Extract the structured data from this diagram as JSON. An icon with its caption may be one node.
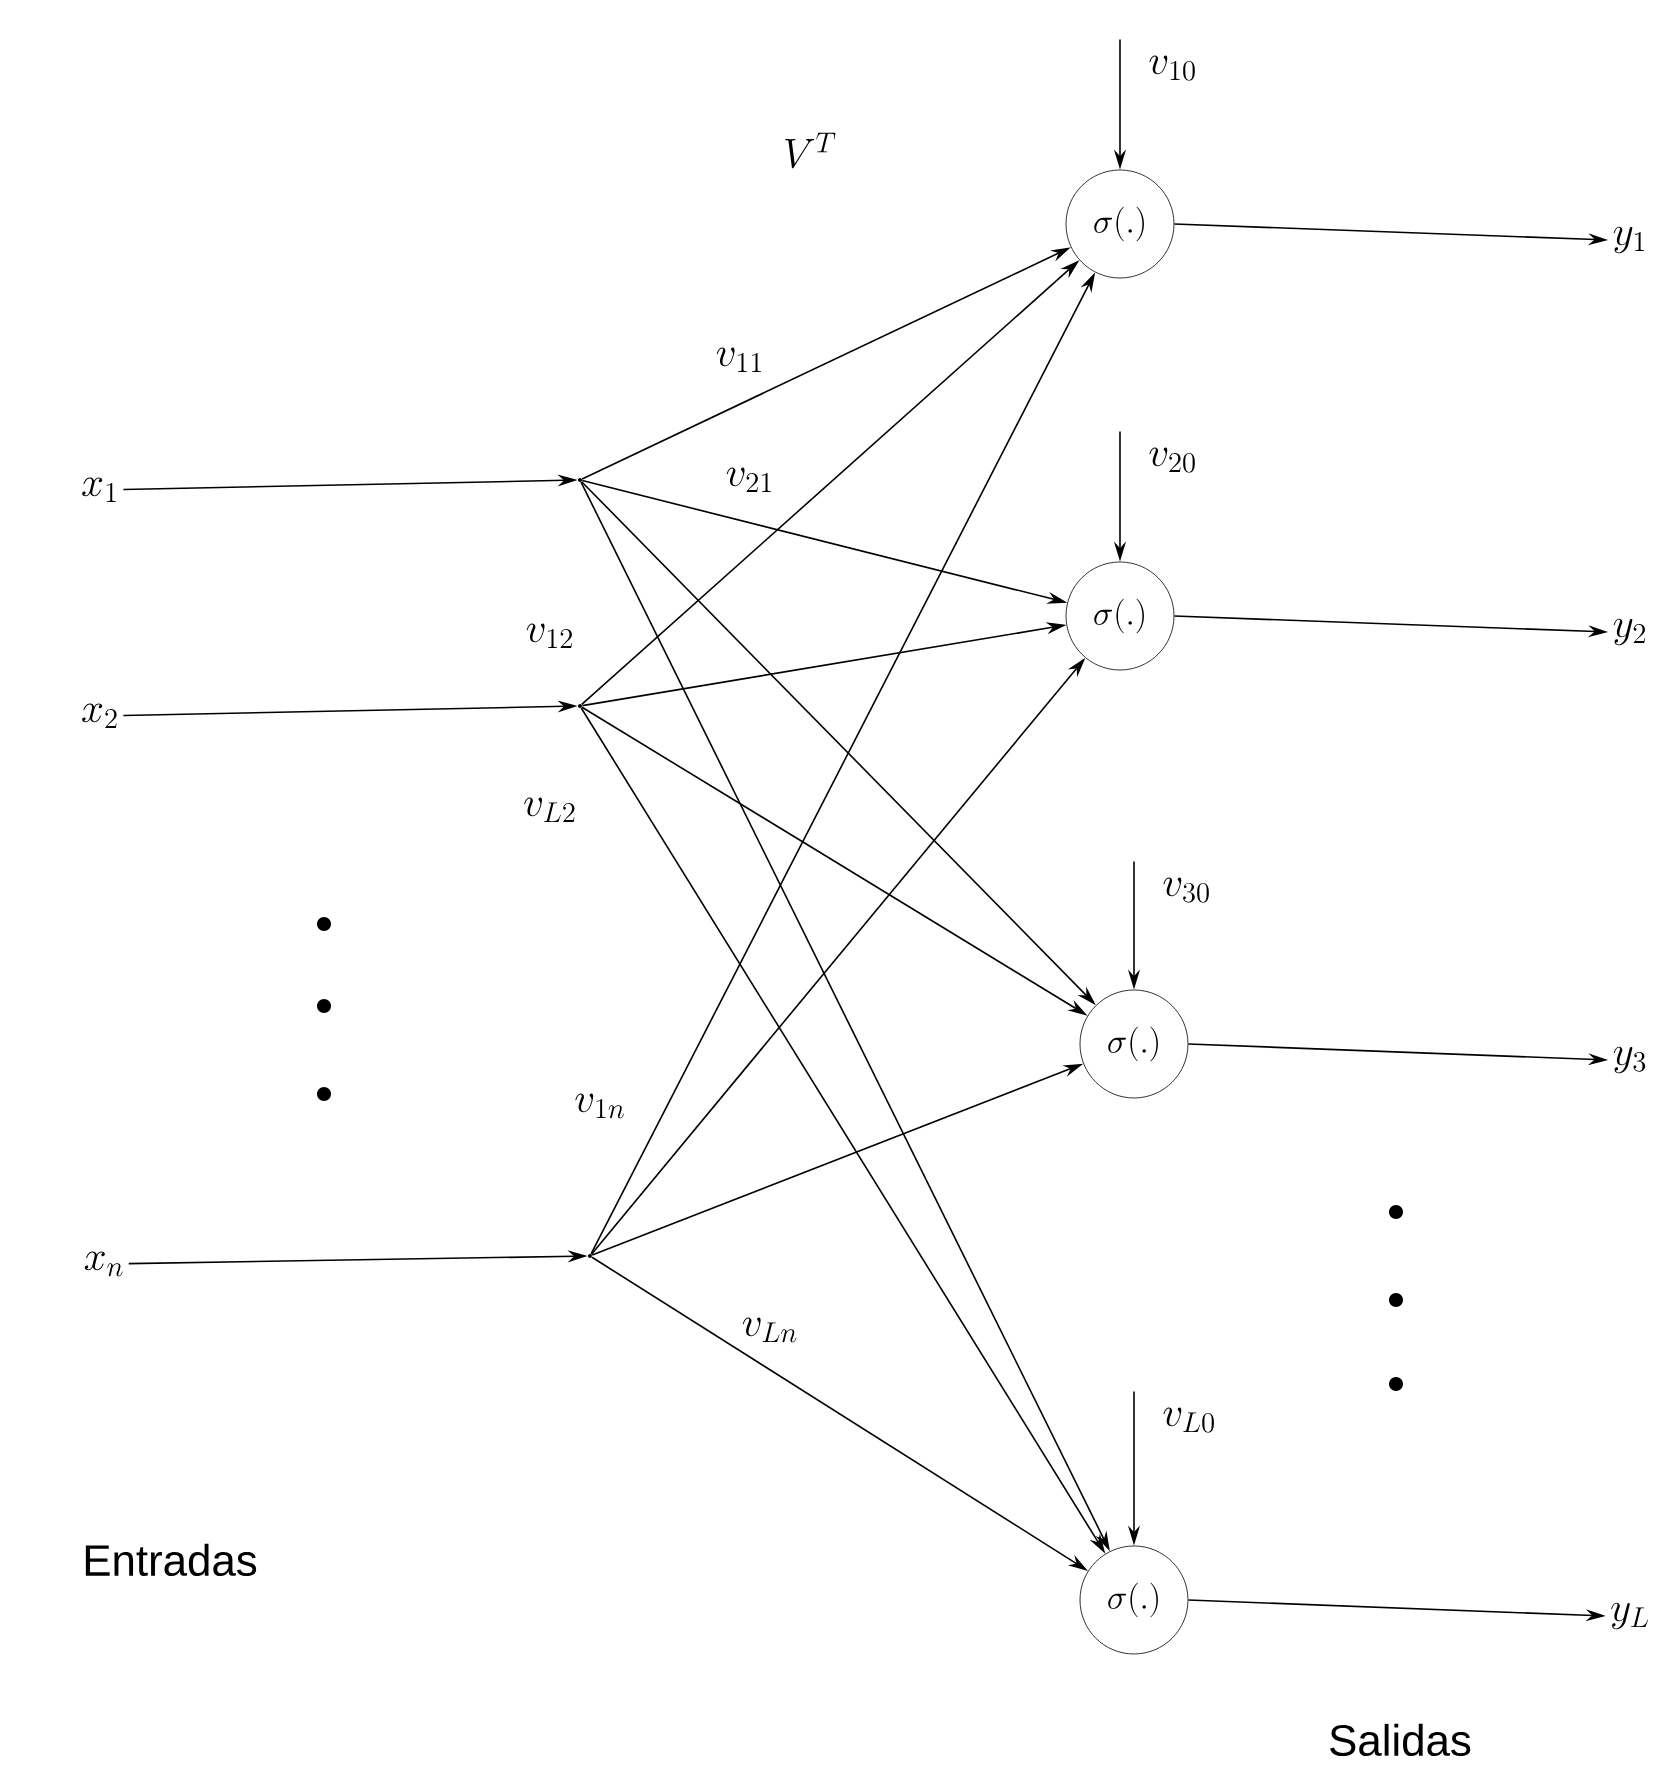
{
  "diagram": {
    "nodes": [
      {
        "text": [
          "x_1"
        ]
      },
      {
        "text": [
          "x_2"
        ]
      },
      {
        "text": [
          "x_n"
        ]
      },
      {
        "text": [],
        "shape": "point"
      },
      {
        "text": [],
        "shape": "point"
      },
      {
        "text": [],
        "shape": "point"
      },
      {
        "text": [
          "v_{10}"
        ]
      },
      {
        "text": [
          "v_{20}"
        ]
      },
      {
        "text": [
          "v_{30}"
        ]
      },
      {
        "text": [
          "v_{L0}"
        ]
      },
      {
        "text": [
          "\\sigma(.)"
        ]
      },
      {
        "text": [
          "\\sigma(.)"
        ]
      },
      {
        "text": [
          "\\sigma(.)"
        ]
      },
      {
        "text": [
          "\\sigma(.)"
        ]
      },
      {
        "text": [
          "y_1"
        ]
      },
      {
        "text": [
          "y_2"
        ]
      },
      {
        "text": [
          "y_3"
        ]
      },
      {
        "text": [
          "y_L"
        ]
      }
    ],
    "edges": [
      {
        "from": 0,
        "to": 3,
        "arrow": "to"
      },
      {
        "from": 1,
        "to": 4,
        "arrow": "to"
      },
      {
        "from": 2,
        "to": 5,
        "arrow": "to"
      },
      {
        "from": 3,
        "to": 10,
        "arrow": "to",
        "label": "v_{11}"
      },
      {
        "from": 3,
        "to": 11,
        "arrow": "to",
        "label": "v_{21}"
      },
      {
        "from": 3,
        "to": 12,
        "arrow": "to"
      },
      {
        "from": 3,
        "to": 13,
        "arrow": "to"
      },
      {
        "from": 4,
        "to": 10,
        "arrow": "to",
        "label": "v_{12}"
      },
      {
        "from": 4,
        "to": 11,
        "arrow": "to"
      },
      {
        "from": 4,
        "to": 12,
        "arrow": "to"
      },
      {
        "from": 4,
        "to": 13,
        "arrow": "to",
        "label": "v_{L2}"
      },
      {
        "from": 5,
        "to": 10,
        "arrow": "to",
        "label": "v_{1n}"
      },
      {
        "from": 5,
        "to": 11,
        "arrow": "to"
      },
      {
        "from": 5,
        "to": 12,
        "arrow": "to"
      },
      {
        "from": 5,
        "to": 13,
        "arrow": "to",
        "label": "v_{Ln}"
      },
      {
        "from": 6,
        "to": 10,
        "arrow": "to"
      },
      {
        "from": 7,
        "to": 11,
        "arrow": "to"
      },
      {
        "from": 8,
        "to": 12,
        "arrow": "to"
      },
      {
        "from": 9,
        "to": 13,
        "arrow": "to"
      },
      {
        "from": 10,
        "to": 14,
        "arrow": "to"
      },
      {
        "from": 11,
        "to": 15,
        "arrow": "to"
      },
      {
        "from": 12,
        "to": 16,
        "arrow": "to"
      },
      {
        "from": 13,
        "to": 17,
        "arrow": "to"
      }
    ],
    "labels": [
      "V^T",
      "Entradas",
      "Salidas"
    ]
  }
}
